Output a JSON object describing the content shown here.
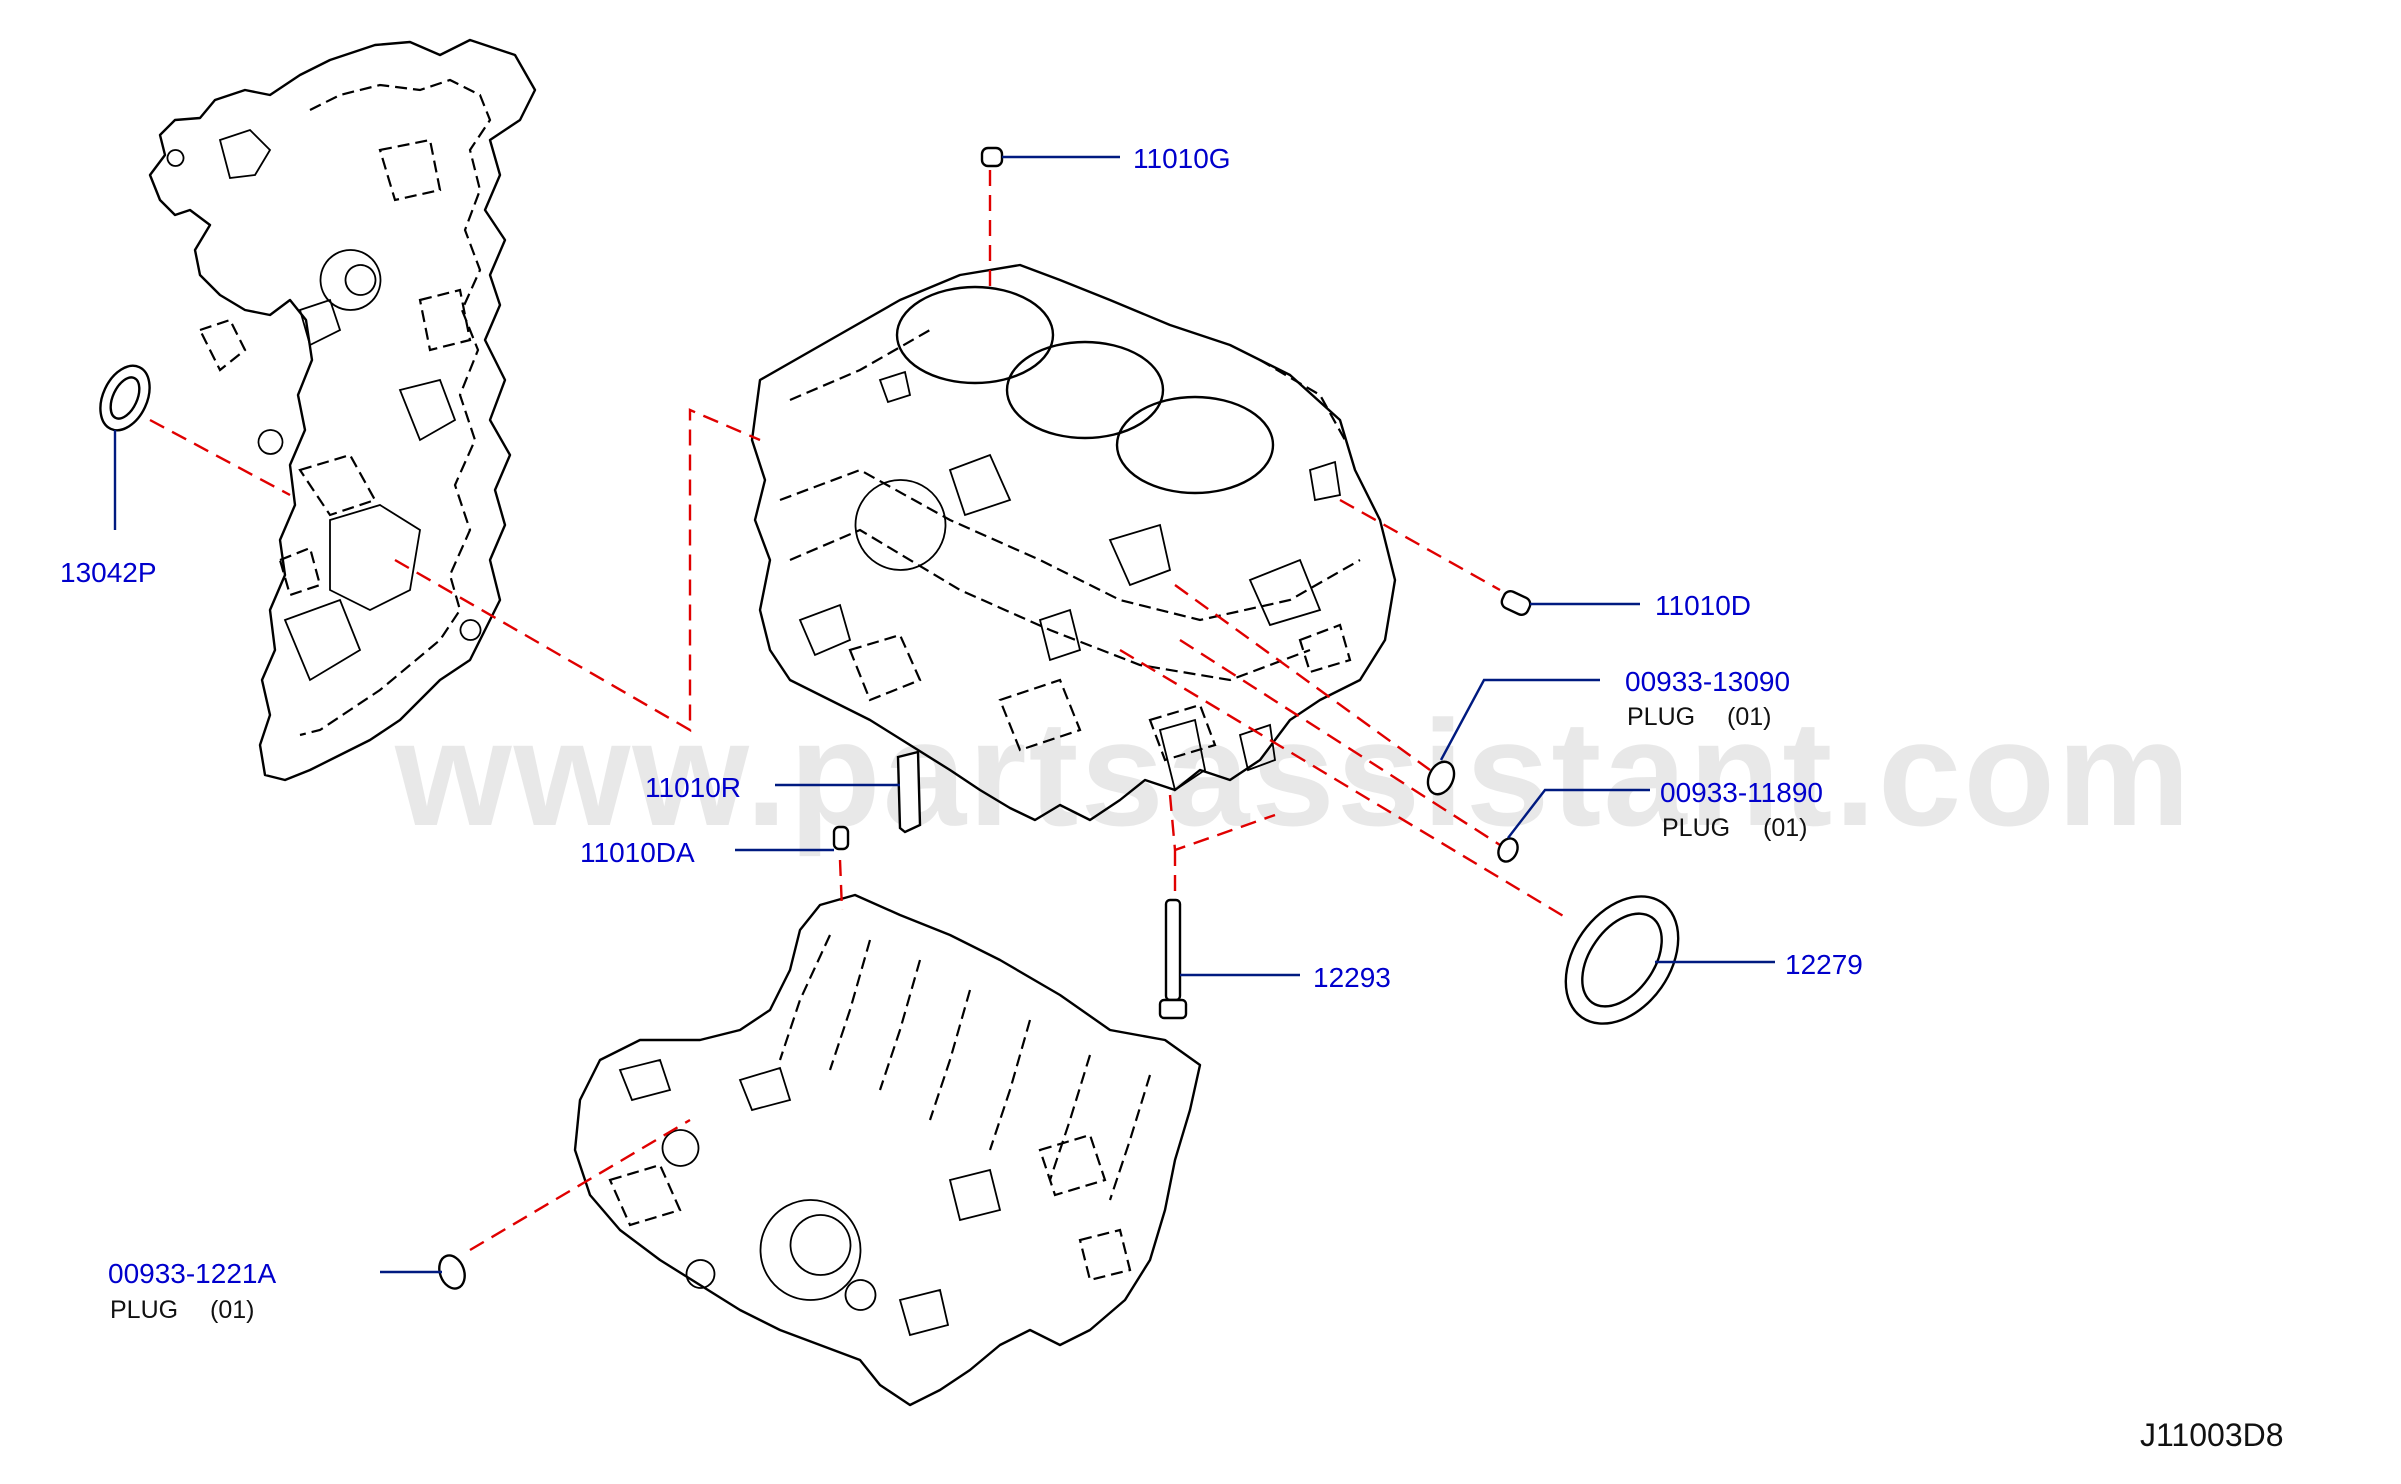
{
  "colors": {
    "label": "#0000cc",
    "leader": "#001a80",
    "explode_line": "#e00000",
    "linework": "#000000",
    "watermark": "#bbbbbb"
  },
  "watermark": "www.partsassistant.com",
  "diagram_code": "J11003D8",
  "callouts": {
    "p11010G": {
      "number": "11010G"
    },
    "p11010D": {
      "number": "11010D"
    },
    "p13042P": {
      "number": "13042P"
    },
    "p0093313090": {
      "number": "00933-13090",
      "description": "PLUG",
      "qty": "(01)"
    },
    "p0093311890": {
      "number": "00933-11890",
      "description": "PLUG",
      "qty": "(01)"
    },
    "p11010R": {
      "number": "11010R"
    },
    "p11010DA": {
      "number": "11010DA"
    },
    "p12293": {
      "number": "12293"
    },
    "p12279": {
      "number": "12279"
    },
    "p009331221A": {
      "number": "00933-1221A",
      "description": "PLUG",
      "qty": "(01)"
    }
  }
}
